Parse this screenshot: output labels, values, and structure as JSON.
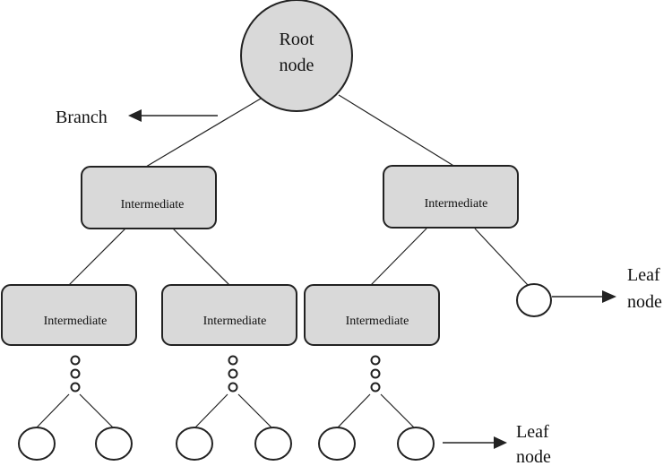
{
  "root": {
    "line1": "Root",
    "line2": "node"
  },
  "branch_label": "Branch",
  "intermediate_nodes": [
    "Intermediate",
    "Intermediate",
    "Intermediate",
    "Intermediate",
    "Intermediate"
  ],
  "leaf_label_right": {
    "line1": "Leaf",
    "line2": "node"
  },
  "leaf_label_bottom": {
    "line1": "Leaf",
    "line2": "node"
  },
  "colors": {
    "box_fill": "#d9d9d9",
    "stroke": "#222222",
    "background": "#ffffff"
  }
}
